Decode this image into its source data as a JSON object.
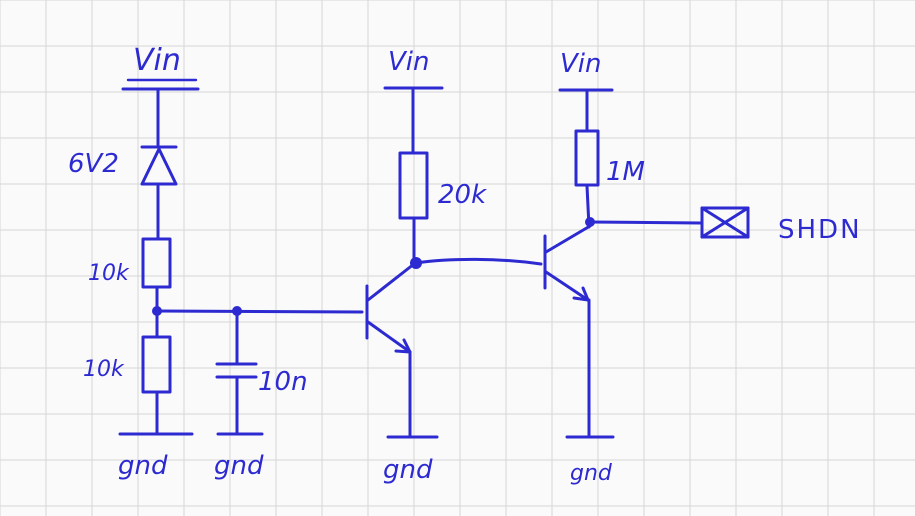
{
  "labels": {
    "vin_1": "Vin",
    "vin_2": "Vin",
    "vin_3": "Vin",
    "zener": "6V2",
    "r_top": "10k",
    "r_bottom": "10k",
    "cap": "10n",
    "r_collector": "20k",
    "r_pullup": "1M",
    "shdn": "SHDN",
    "gnd_1": "gnd",
    "gnd_2": "gnd",
    "gnd_3": "gnd",
    "gnd_4": "gnd"
  },
  "colors": {
    "ink": "#2c2ad0",
    "paper": "#fafafa",
    "grid": "#d6d6d6"
  }
}
